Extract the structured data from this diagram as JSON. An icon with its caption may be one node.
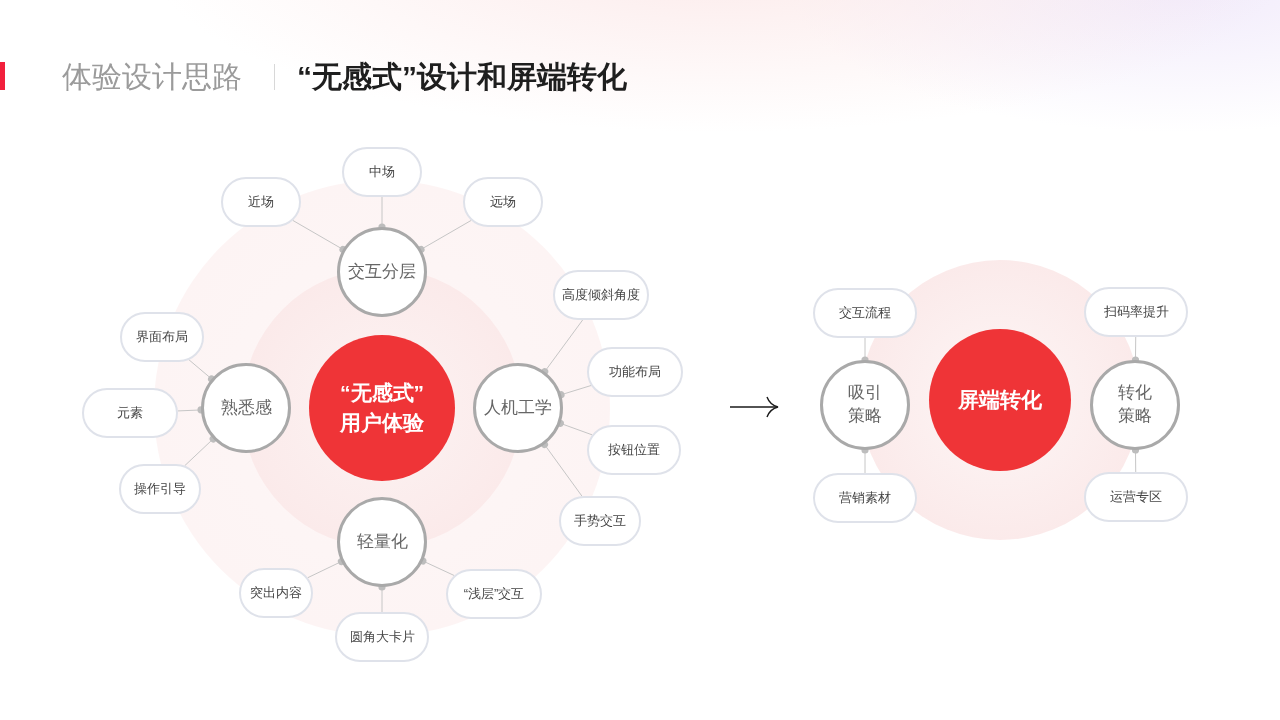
{
  "diagram": {
    "title": "“无感式”设计和屏端转化",
    "nodes": [
      {
        "text": [
          "“无感式”用户体验"
        ]
      },
      {
        "text": [
          "交互分层"
        ]
      },
      {
        "text": [
          "近场"
        ]
      },
      {
        "text": [
          "中场"
        ]
      },
      {
        "text": [
          "远场"
        ]
      },
      {
        "text": [
          "熟悉感"
        ]
      },
      {
        "text": [
          "界面布局"
        ]
      },
      {
        "text": [
          "元素"
        ]
      },
      {
        "text": [
          "操作引导"
        ]
      },
      {
        "text": [
          "人机工学"
        ]
      },
      {
        "text": [
          "高度倾斜角度"
        ]
      },
      {
        "text": [
          "功能布局"
        ]
      },
      {
        "text": [
          "按钮位置"
        ]
      },
      {
        "text": [
          "手势交互"
        ]
      },
      {
        "text": [
          "轻量化"
        ]
      },
      {
        "text": [
          "突出内容"
        ]
      },
      {
        "text": [
          "圆角大卡片"
        ]
      },
      {
        "text": [
          "“浅层”交互"
        ]
      },
      {
        "text": [
          "屏端转化"
        ]
      },
      {
        "text": [
          "吸引策略"
        ]
      },
      {
        "text": [
          "交互流程"
        ]
      },
      {
        "text": [
          "营销素材"
        ]
      },
      {
        "text": [
          "转化策略"
        ]
      },
      {
        "text": [
          "扫码率提升"
        ]
      },
      {
        "text": [
          "运营专区"
        ]
      }
    ],
    "edges": [
      {
        "from": 1,
        "to": 2,
        "arrow": "other"
      },
      {
        "from": 1,
        "to": 3,
        "arrow": "other"
      },
      {
        "from": 1,
        "to": 4,
        "arrow": "other"
      },
      {
        "from": 5,
        "to": 6,
        "arrow": "other"
      },
      {
        "from": 5,
        "to": 7,
        "arrow": "other"
      },
      {
        "from": 5,
        "to": 8,
        "arrow": "other"
      },
      {
        "from": 9,
        "to": 10,
        "arrow": "other"
      },
      {
        "from": 9,
        "to": 11,
        "arrow": "other"
      },
      {
        "from": 9,
        "to": 12,
        "arrow": "other"
      },
      {
        "from": 9,
        "to": 13,
        "arrow": "other"
      },
      {
        "from": 14,
        "to": 15,
        "arrow": "other"
      },
      {
        "from": 14,
        "to": 16,
        "arrow": "other"
      },
      {
        "from": 14,
        "to": 17,
        "arrow": "other"
      },
      {
        "from": 19,
        "to": 20,
        "arrow": "other"
      },
      {
        "from": 19,
        "to": 21,
        "arrow": "other"
      },
      {
        "from": 22,
        "to": 23,
        "arrow": "other"
      },
      {
        "from": 22,
        "to": 24,
        "arrow": "other"
      }
    ],
    "labels": [
      "体验设计思路"
    ]
  }
}
